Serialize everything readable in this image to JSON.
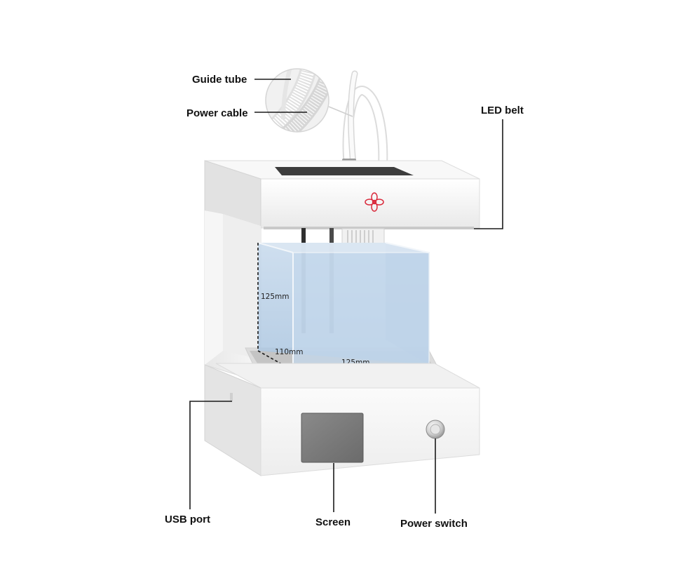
{
  "callouts": {
    "guide_tube": "Guide tube",
    "power_cable": "Power cable",
    "led_belt": "LED belt",
    "usb_port": "USB port",
    "screen": "Screen",
    "power_switch": "Power switch"
  },
  "dimensions": {
    "height": "125mm",
    "depth": "110mm",
    "width": "125mm"
  },
  "colors": {
    "body": "#f4f4f4",
    "build_volume": "#b9d0e6",
    "screen": "#7b7b7b",
    "logo": "#d9283a"
  },
  "icons": {
    "logo": "flower-logo-icon",
    "power": "power-button-icon"
  }
}
